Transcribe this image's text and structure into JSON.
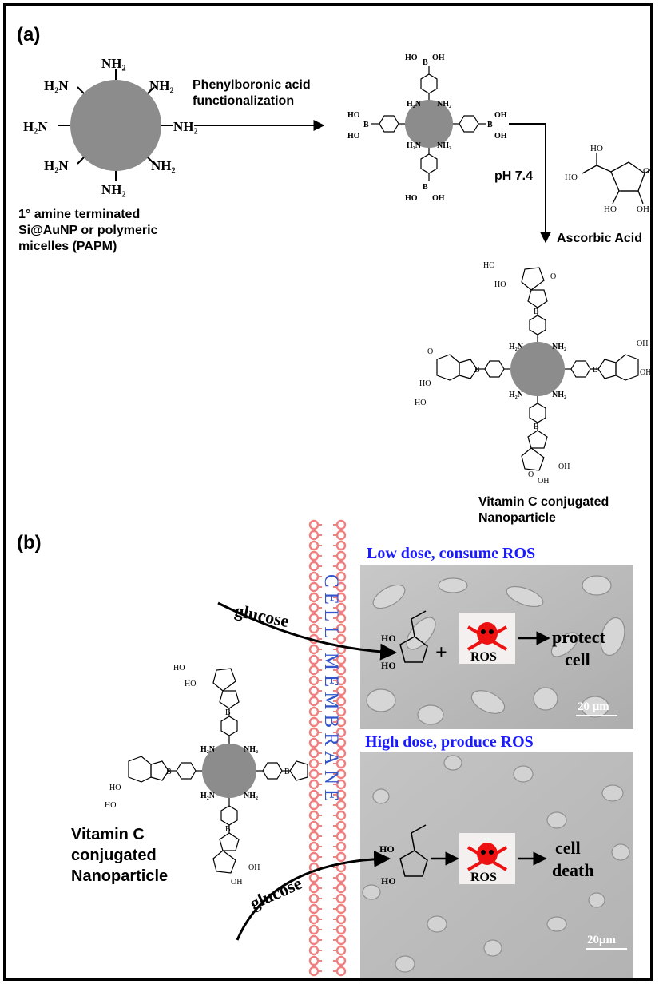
{
  "panel_a": {
    "label": "(a)",
    "amine_groups": [
      "NH₂",
      "NH₂",
      "NH₂",
      "NH₂",
      "H₂N",
      "H₂N",
      "H₂N",
      "NH₂"
    ],
    "start_caption": [
      "1° amine terminated",
      "Si@AuNP or polymeric",
      "micelles (PAPM)"
    ],
    "step1_label": [
      "Phenylboronic acid",
      "functionalization"
    ],
    "step2_label": "pH 7.4",
    "reagent_label": "Ascorbic Acid",
    "product_caption": [
      "Vitamin C conjugated",
      "Nanoparticle"
    ]
  },
  "panel_b": {
    "label": "(b)",
    "membrane_text": "CELL MEMBRANE",
    "glucose_label": "glucose",
    "low_dose_title": "Low dose, consume ROS",
    "high_dose_title": "High dose, produce ROS",
    "ros_label": "ROS",
    "plus_sign": "+",
    "low_outcome": [
      "protect",
      "cell"
    ],
    "high_outcome": [
      "cell",
      "death"
    ],
    "scale_bar_top": "20 μm",
    "scale_bar_bottom": "20μm",
    "nanoparticle_caption": [
      "Vitamin C",
      "conjugated",
      "Nanoparticle"
    ]
  },
  "colors": {
    "particle": "#8c8c8c",
    "membrane": "#f08080",
    "title_blue": "#1a1aff",
    "membrane_text": "#3355cc",
    "skull_red": "#ee1111",
    "micrograph": "#bdbdbd"
  }
}
